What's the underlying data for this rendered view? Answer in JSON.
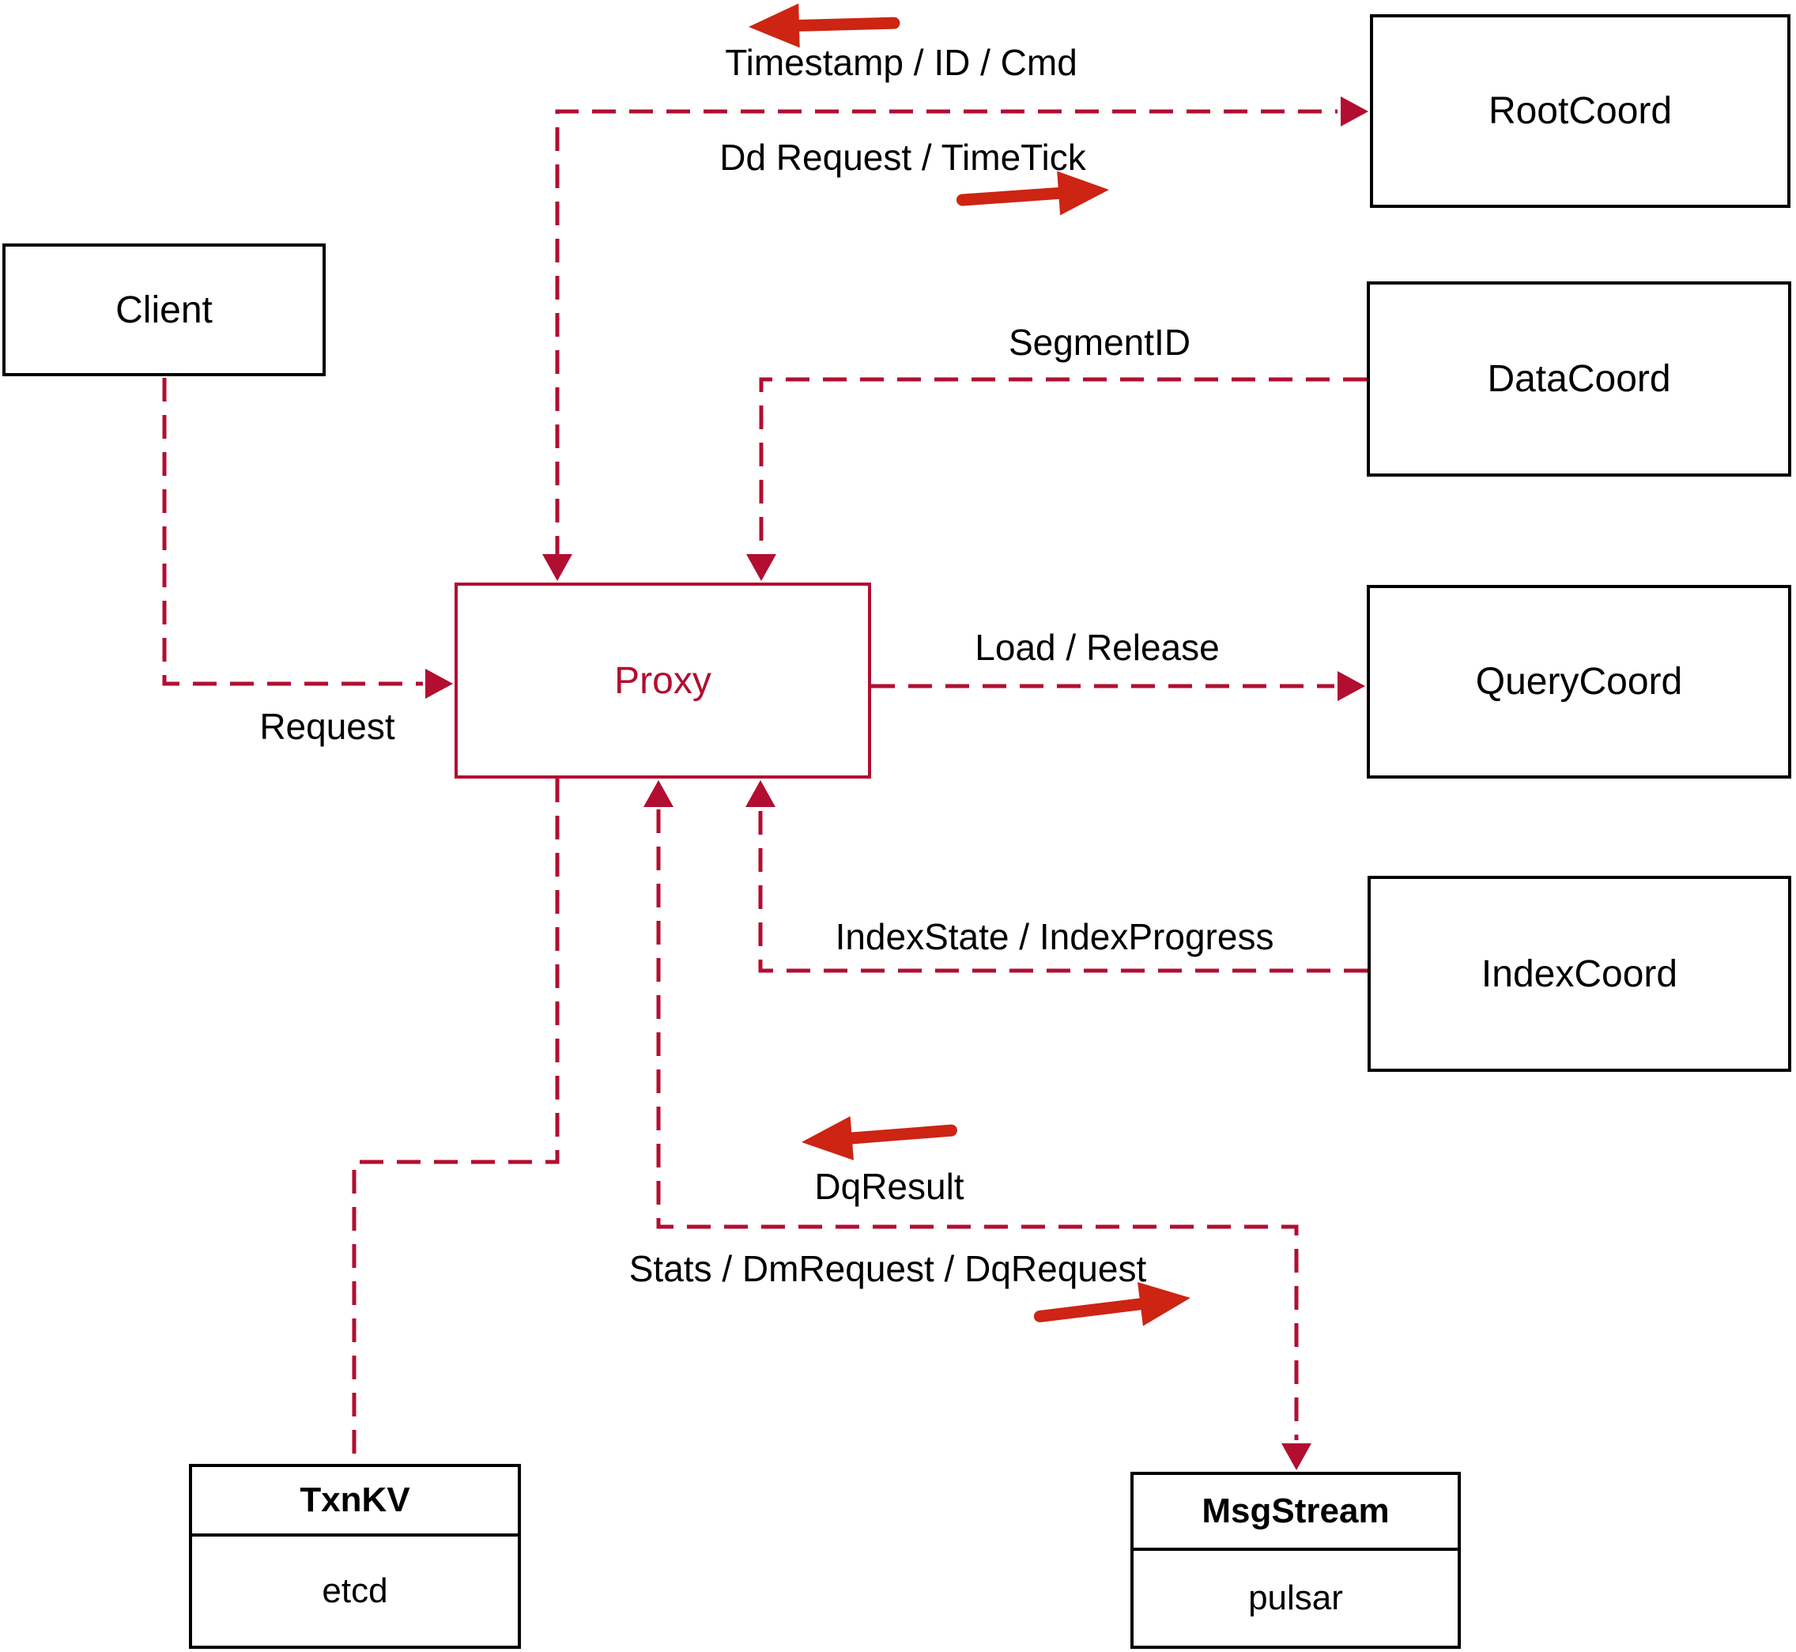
{
  "nodes": {
    "client": {
      "label": "Client"
    },
    "proxy": {
      "label": "Proxy"
    },
    "root_coord": {
      "label": "RootCoord"
    },
    "data_coord": {
      "label": "DataCoord"
    },
    "query_coord": {
      "label": "QueryCoord"
    },
    "index_coord": {
      "label": "IndexCoord"
    },
    "txn_kv": {
      "label": "TxnKV",
      "impl": "etcd"
    },
    "msg_stream": {
      "label": "MsgStream",
      "impl": "pulsar"
    }
  },
  "edge_labels": {
    "client_to_proxy": "Request",
    "rootcoord_to_proxy": "Timestamp / ID / Cmd",
    "proxy_to_rootcoord": "Dd Request / TimeTick",
    "datacoord_to_proxy": "SegmentID",
    "proxy_to_querycoord": "Load / Release",
    "indexcoord_to_proxy": "IndexState / IndexProgress",
    "msgstream_to_proxy": "DqResult",
    "proxy_to_msgstream": "Stats / DmRequest / DqRequest"
  },
  "colors": {
    "dashed_line": "#b20e31",
    "solid_arrow": "#cd2413",
    "node_border": "#000000",
    "background": "#ffffff"
  }
}
